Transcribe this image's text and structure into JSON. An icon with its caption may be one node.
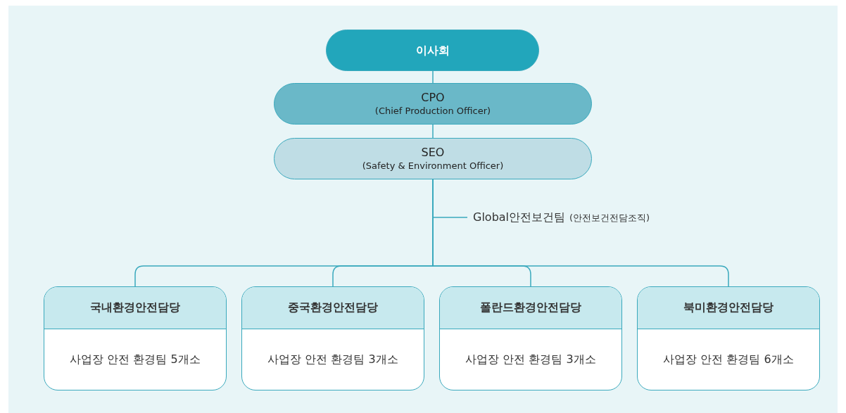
{
  "diagram": {
    "nodes": [
      {
        "text": [
          "이사회"
        ]
      },
      {
        "text": [
          "CPO",
          "(Chief Production Officer)"
        ]
      },
      {
        "text": [
          "SEO",
          "(Safety & Environment Officer)"
        ]
      },
      {
        "text": [
          "Global안전보건팀",
          "(안전보건전담조직)"
        ]
      },
      {
        "text": [
          "국내환경안전담당",
          "사업장 안전 환경팀 5개소"
        ]
      },
      {
        "text": [
          "중국환경안전담당",
          "사업장 안전 환경팀 3개소"
        ]
      },
      {
        "text": [
          "폴란드환경안전담당",
          "사업장 안전 환경팀 3개소"
        ]
      },
      {
        "text": [
          "북미환경안전담당",
          "사업장 안전 환경팀 6개소"
        ]
      }
    ],
    "edges": [
      {
        "from": 0,
        "to": 1,
        "arrow": "none"
      },
      {
        "from": 1,
        "to": 2,
        "arrow": "none"
      },
      {
        "from": 2,
        "to": 3,
        "arrow": "none"
      },
      {
        "from": 2,
        "to": 4,
        "arrow": "none"
      },
      {
        "from": 2,
        "to": 5,
        "arrow": "none"
      },
      {
        "from": 2,
        "to": 6,
        "arrow": "none"
      },
      {
        "from": 2,
        "to": 7,
        "arrow": "none"
      }
    ]
  }
}
